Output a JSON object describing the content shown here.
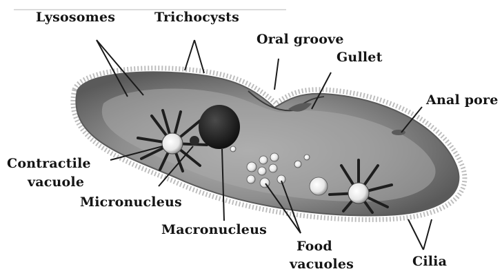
{
  "labels": {
    "lysosomes": "Lysosomes",
    "trichocysts": "Trichocysts",
    "oral_groove": "Oral groove",
    "gullet": "Gullet",
    "anal_pore": "Anal pore",
    "contractile_vacuole_line1": "Contractile",
    "contractile_vacuole_line2": "vacuole",
    "micronucleus": "Micronucleus",
    "macronucleus": "Macronucleus",
    "food_vacuoles_line1": "Food",
    "food_vacuoles_line2": "vacuoles",
    "cilia": "Cilia"
  },
  "colors": {
    "text": "#141414",
    "leader_line": "#1a1a1a",
    "body_fill": "#6f6f6f",
    "body_inner": "#9a9a9a",
    "macronucleus": "#1c1c1c",
    "vacuole": "#f0f0f0",
    "cilia_fringe": "#bdbdbd"
  }
}
